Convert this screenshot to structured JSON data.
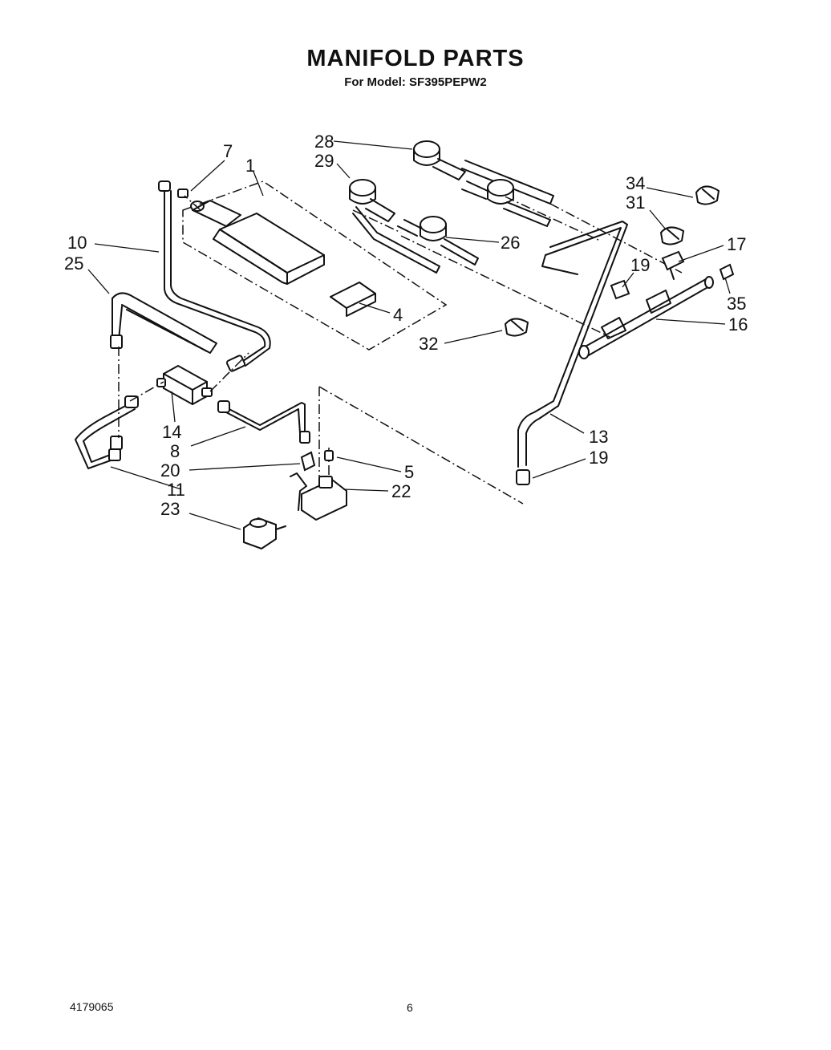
{
  "title": "MANIFOLD PARTS",
  "subtitle": "For Model: SF395PEPW2",
  "footer": {
    "doc_number": "4179065",
    "page": "6"
  },
  "callouts": {
    "c1": "1",
    "c4": "4",
    "c5": "5",
    "c7": "7",
    "c8": "8",
    "c10": "10",
    "c11": "11",
    "c13": "13",
    "c14": "14",
    "c16": "16",
    "c17": "17",
    "c19a": "19",
    "c19b": "19",
    "c20": "20",
    "c22": "22",
    "c23": "23",
    "c25": "25",
    "c26": "26",
    "c28": "28",
    "c29": "29",
    "c31": "31",
    "c32": "32",
    "c34": "34",
    "c35": "35"
  }
}
